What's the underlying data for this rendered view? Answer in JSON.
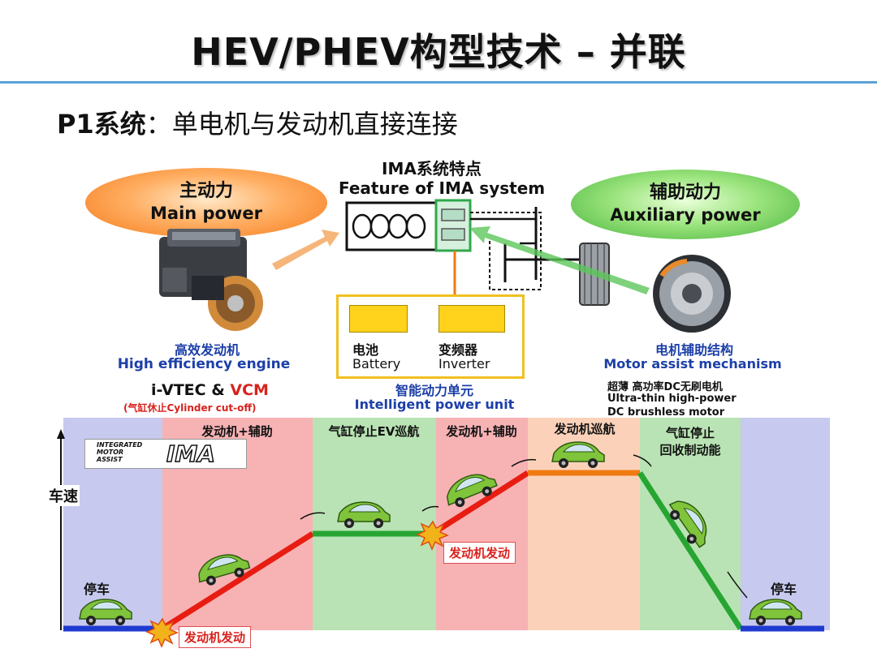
{
  "title": "HEV/PHEV构型技术 – 并联",
  "subtitle": {
    "bold": "P1系统",
    "rest": "：单电机与发动机直接连接"
  },
  "ima_header": {
    "cn": "IMA系统特点",
    "en": "Feature of IMA system"
  },
  "main_power": {
    "cn": "主动力",
    "en": "Main power"
  },
  "aux_power": {
    "cn": "辅助动力",
    "en": "Auxiliary power"
  },
  "engine": {
    "cn": "高效发动机",
    "en": "High efficiency engine",
    "tech": "i-VTEC & ",
    "vcm": "VCM",
    "note": "(气缸休止Cylinder  cut-off)"
  },
  "ipu": {
    "battery_cn": "电池",
    "battery_en": "Battery",
    "inverter_cn": "变频器",
    "inverter_en": "Inverter",
    "cn": "智能动力单元",
    "en": "Intelligent power unit"
  },
  "motor": {
    "cn": "电机辅助结构",
    "en": "Motor assist mechanism",
    "l1": "超薄 高功率DC无刷电机",
    "l2": "Ultra-thin high-power",
    "l3": "DC brushless motor"
  },
  "ima_logo": {
    "line1": "INTEGRATED",
    "line2": "MOTOR",
    "line3": "ASSIST",
    "big": "IMA"
  },
  "speed_axis": "车速",
  "phases": [
    {
      "label": "",
      "color": "#c7c9ef"
    },
    {
      "label": "发动机+辅助",
      "color": "#f7b2b4"
    },
    {
      "label": "气缸停止EV巡航",
      "color": "#b9e3b4"
    },
    {
      "label": "发动机+辅助",
      "color": "#f7b2b4"
    },
    {
      "label": "发动机巡航",
      "color": "#fbd2b9"
    },
    {
      "label": "气缸停止\n回收制动能",
      "color": "#b9e3b4"
    },
    {
      "label": "",
      "color": "#c7c9ef"
    }
  ],
  "stop_left": "停车",
  "stop_right": "停车",
  "engine_start_1": "发动机发动",
  "engine_start_2": "发动机发动",
  "colors": {
    "red_line": "#e81d12",
    "green_line": "#27a532",
    "orange_line": "#f07a12",
    "blue_line": "#1f3ad0"
  }
}
